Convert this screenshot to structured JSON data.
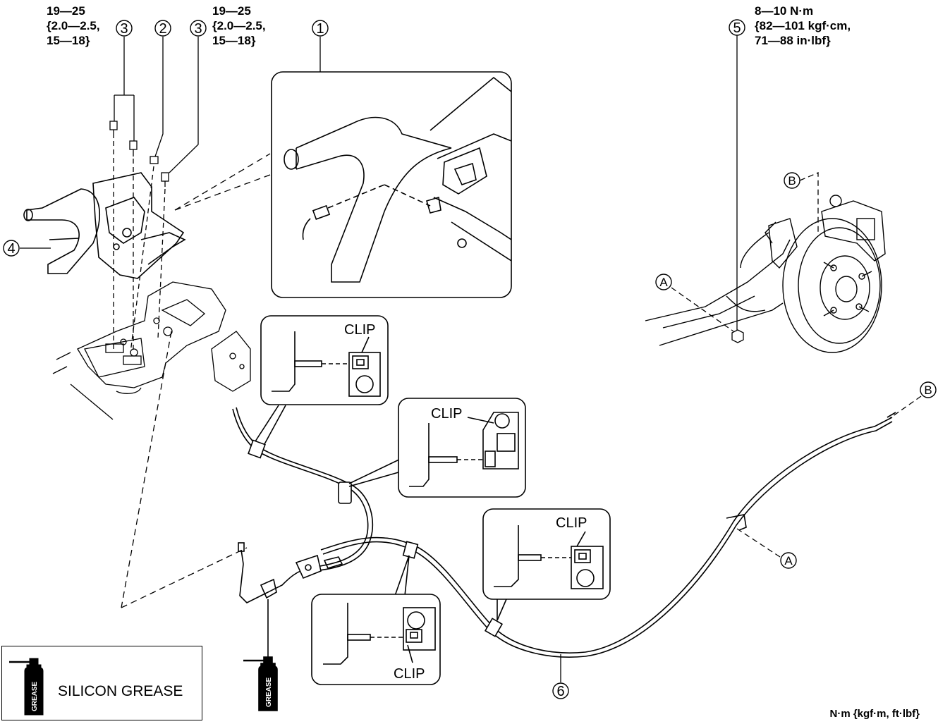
{
  "torque_specs": {
    "left_fasteners_a": {
      "line1": "19—25",
      "line2": "{2.0—2.5,",
      "line3": "15—18}"
    },
    "left_fasteners_b": {
      "line1": "19—25",
      "line2": "{2.0—2.5,",
      "line3": "15—18}"
    },
    "rear_nut": {
      "line1": "8—10 N·m",
      "line2": "{82—101 kgf·cm,",
      "line3": "71—88 in·lbf}"
    }
  },
  "callouts": {
    "c1": "1",
    "c2": "2",
    "c3a": "3",
    "c3b": "3",
    "c4": "4",
    "c5": "5",
    "c6": "6"
  },
  "letters": {
    "a1": "A",
    "a2": "A",
    "b1": "B",
    "b2": "B"
  },
  "clip_label": "CLIP",
  "legend": {
    "icon": "grease-can-icon",
    "icon_text": "GREASE",
    "label": "SILICON GREASE"
  },
  "units_note": "N·m {kgf·m, ft·lbf}"
}
